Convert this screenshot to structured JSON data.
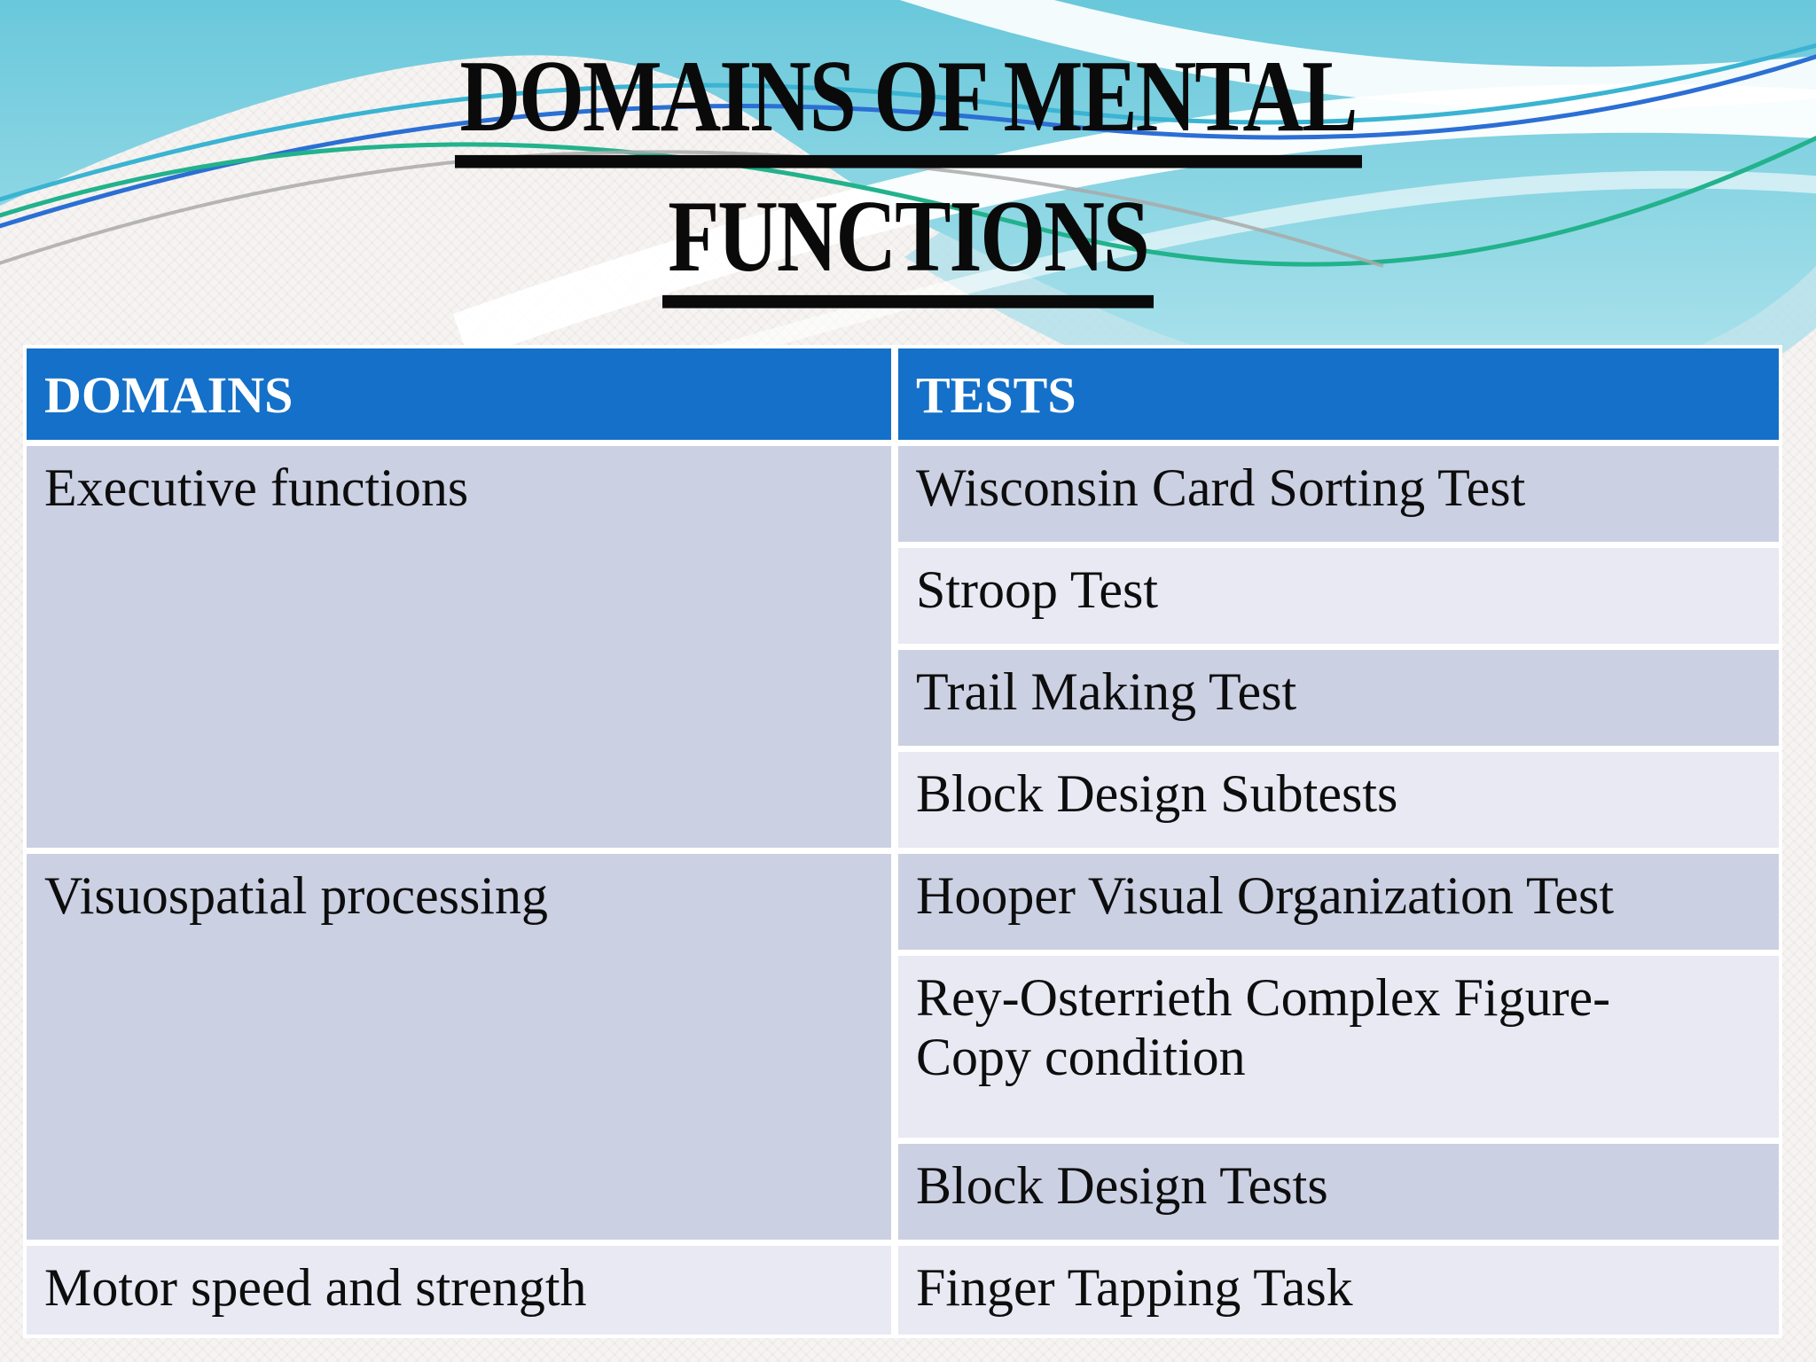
{
  "slide": {
    "title_line1": "DOMAINS OF MENTAL",
    "title_line2": "FUNCTIONS"
  },
  "table": {
    "headers": {
      "domains": "DOMAINS",
      "tests": "TESTS"
    },
    "groups": [
      {
        "domain": "Executive functions",
        "tests": [
          "Wisconsin Card Sorting Test",
          "Stroop Test",
          "Trail Making Test",
          "Block Design Subtests"
        ]
      },
      {
        "domain": "Visuospatial processing",
        "tests": [
          "Hooper Visual Organization Test",
          "Rey-Osterrieth Complex Figure-Copy condition",
          "Block Design Tests"
        ]
      },
      {
        "domain": "Motor speed and strength",
        "tests": [
          "Finger Tapping Task"
        ]
      }
    ]
  },
  "colors": {
    "header_blue": "#1470c8",
    "row_band_dark": "#cbd0e2",
    "row_band_light": "#e8e9f3",
    "table_border_white": "#ffffff",
    "teal_top": "#69c8db",
    "teal_bottom": "#aee3ec",
    "accent_green": "#22b28c",
    "accent_blue": "#2b6fd4",
    "accent_cyan": "#3ab4d2",
    "accent_gray": "#a9a9a9",
    "title_text": "#0a0a0a"
  }
}
